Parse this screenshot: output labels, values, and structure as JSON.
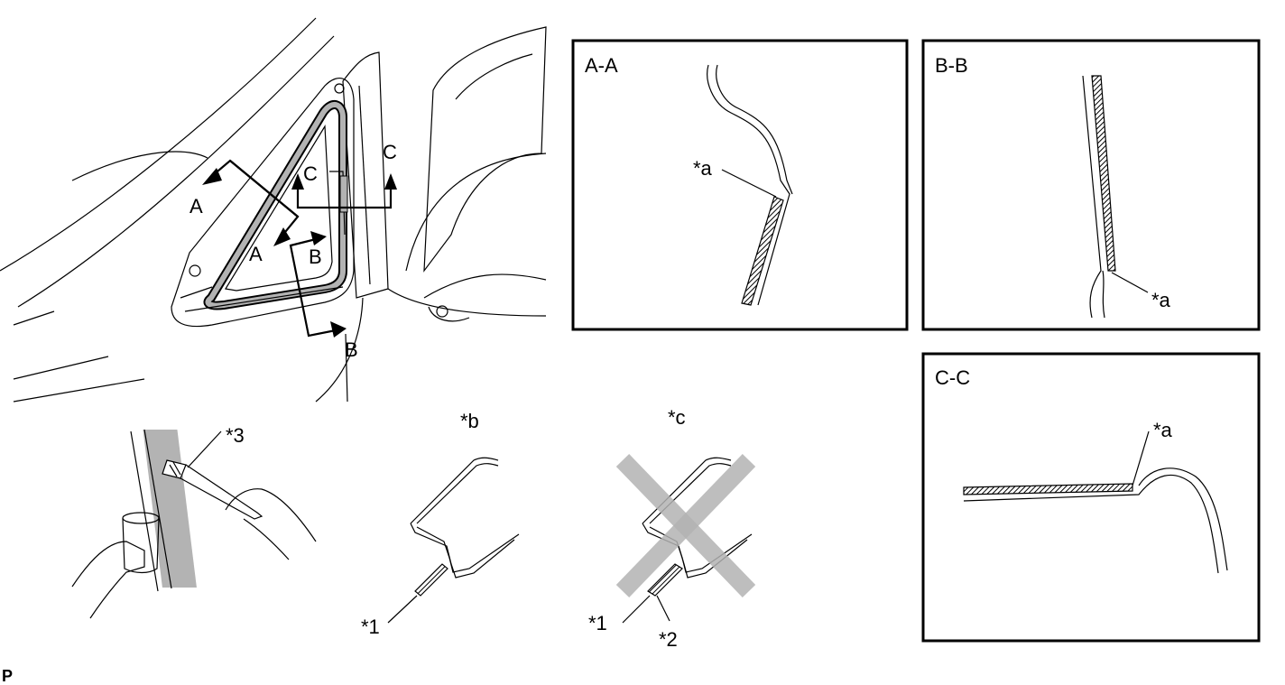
{
  "section_labels": {
    "aa": "A-A",
    "bb": "B-B",
    "cc": "C-C"
  },
  "main_view": {
    "arrow_a_outer": "A",
    "arrow_a_inner": "A",
    "arrow_b_inner": "B",
    "arrow_b_outer": "B",
    "arrow_c_inner": "C",
    "arrow_c_outer": "C"
  },
  "callouts": {
    "a_in_aa": "*a",
    "a_in_bb": "*a",
    "a_in_cc": "*a",
    "b_title": "*b",
    "c_title": "*c",
    "one_in_b": "*1",
    "one_in_c": "*1",
    "two_in_c": "*2",
    "three": "*3"
  },
  "footer": {
    "mark": "P"
  }
}
